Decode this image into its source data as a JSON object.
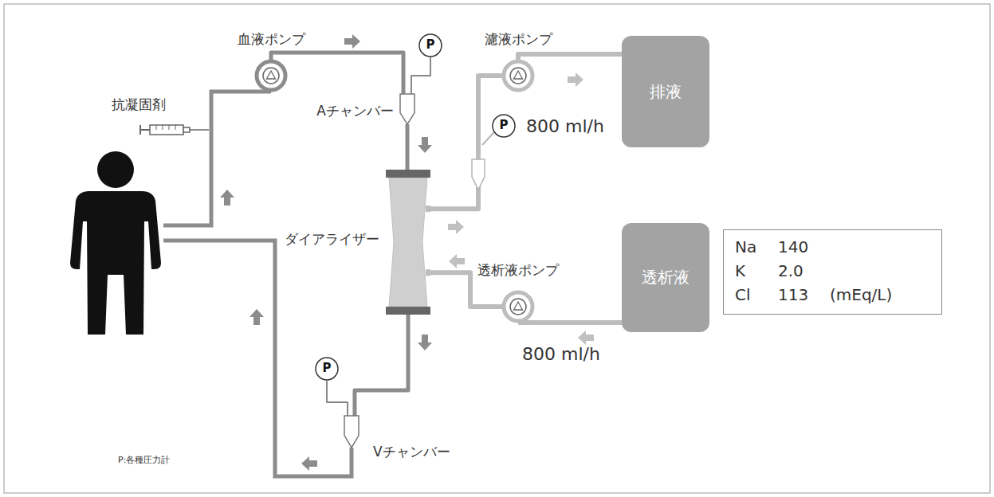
{
  "diagram": {
    "nodes": [
      {
        "text": [
          "血液ポンプ"
        ]
      },
      {
        "text": [
          "P"
        ]
      },
      {
        "text": [
          "Aチャンバー"
        ]
      },
      {
        "text": [
          "ダイアライザー"
        ]
      },
      {
        "text": [
          "濾液ポンプ"
        ]
      },
      {
        "text": [
          "P"
        ]
      },
      {
        "text": [
          "排液"
        ]
      },
      {
        "text": [
          "透析液ポンプ"
        ]
      },
      {
        "text": [
          "透析液"
        ]
      },
      {
        "text": [
          "Na",
          "140",
          "K",
          "2.0",
          "Cl",
          "113",
          "(mEq/L)"
        ]
      },
      {
        "text": [
          "P"
        ]
      },
      {
        "text": [
          "Vチャンバー"
        ]
      }
    ],
    "edges": [
      {
        "from": 0,
        "to": 2,
        "arrow": "none"
      },
      {
        "from": 1,
        "to": 2,
        "arrow": "none"
      },
      {
        "from": 2,
        "to": 3,
        "arrow": "none"
      },
      {
        "from": 3,
        "to": 4,
        "arrow": "none"
      },
      {
        "from": 4,
        "to": 6,
        "arrow": "none"
      },
      {
        "from": 8,
        "to": 7,
        "arrow": "none"
      },
      {
        "from": 7,
        "to": 3,
        "arrow": "none"
      },
      {
        "from": 3,
        "to": 11,
        "arrow": "none"
      },
      {
        "from": 10,
        "to": 11,
        "arrow": "none"
      }
    ],
    "labels": [
      "抗凝固剤",
      "800 ml/h",
      "800 ml/h",
      "P:各種圧力計"
    ]
  }
}
